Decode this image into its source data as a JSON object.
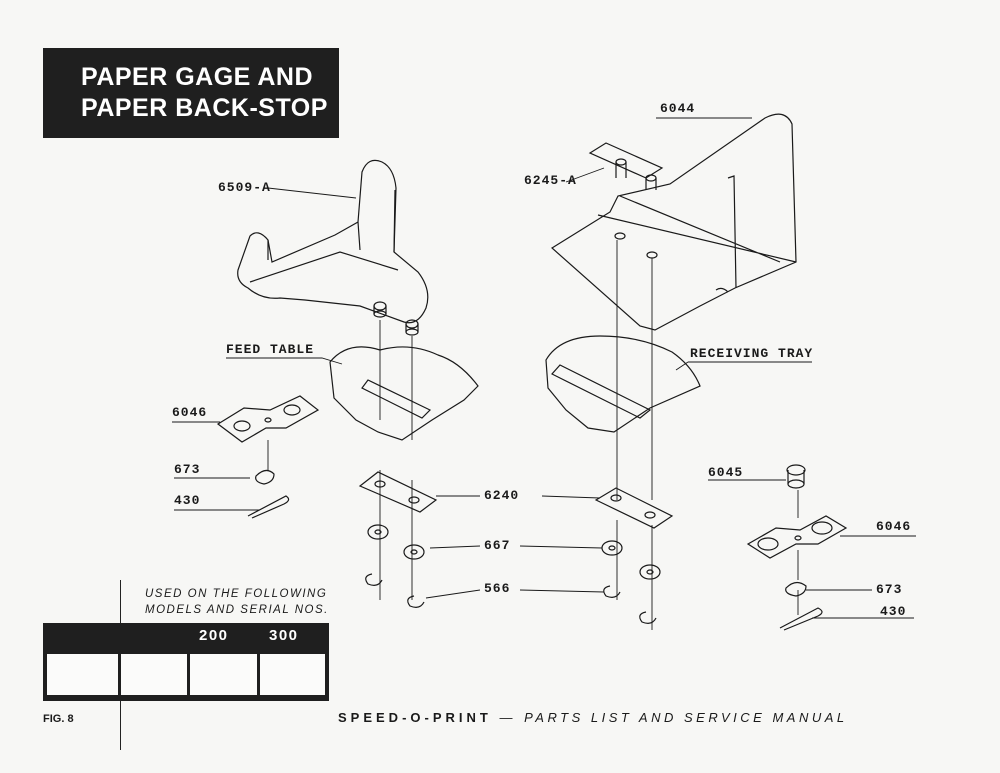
{
  "title": {
    "line1": "PAPER GAGE AND",
    "line2": "PAPER BACK-STOP"
  },
  "labels": {
    "p6509a": "6509-A",
    "p6044": "6044",
    "p6245a": "6245-A",
    "feed_table": "FEED TABLE",
    "receiving_tray": "RECEIVING TRAY",
    "p6046_left": "6046",
    "p673_left": "673",
    "p430_left": "430",
    "p6240": "6240",
    "p667": "667",
    "p566": "566",
    "p6045": "6045",
    "p6046_right": "6046",
    "p673_right": "673",
    "p430_right": "430"
  },
  "models": {
    "used_on_line1": "USED ON THE FOLLOWING",
    "used_on_line2": "MODELS AND SERIAL NOS.",
    "col1": "200",
    "col2": "300"
  },
  "footer": {
    "fig": "FIG. 8",
    "brand": "SPEED-O-PRINT",
    "dash": "—",
    "subtitle": "PARTS LIST AND SERVICE MANUAL"
  }
}
